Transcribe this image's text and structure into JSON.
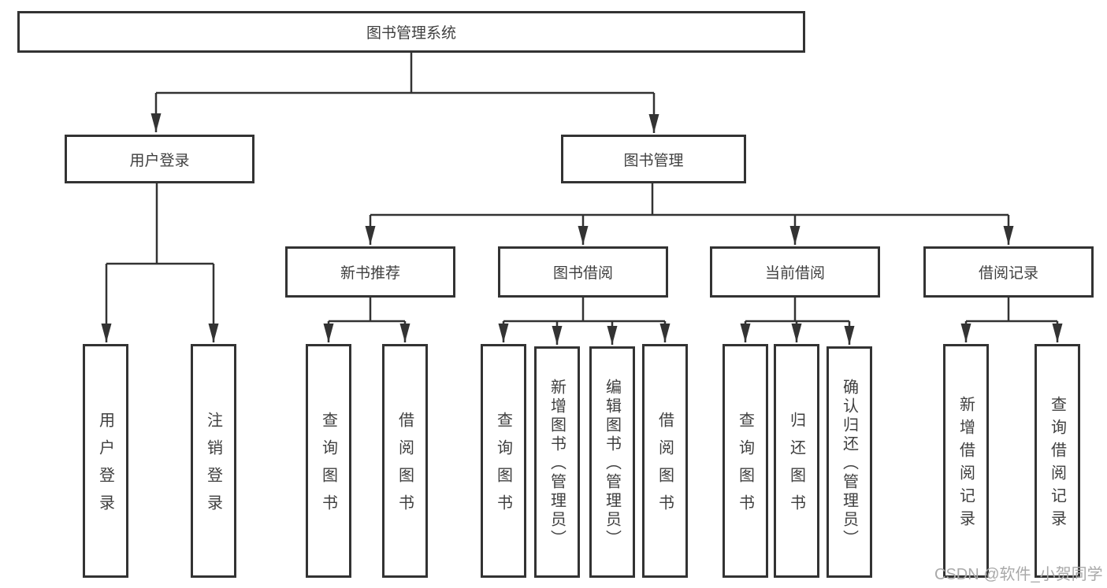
{
  "tree": {
    "root": "图书管理系统",
    "branches": [
      {
        "label": "用户登录",
        "children": [
          "用户登录",
          "注销登录"
        ]
      },
      {
        "label": "图书管理",
        "groups": [
          {
            "label": "新书推荐",
            "children": [
              "查询图书",
              "借阅图书"
            ]
          },
          {
            "label": "图书借阅",
            "children": [
              "查询图书",
              "新增图书（管理员）",
              "编辑图书（管理员）",
              "借阅图书"
            ]
          },
          {
            "label": "当前借阅",
            "children": [
              "查询图书",
              "归还图书",
              "确认归还（管理员）"
            ]
          },
          {
            "label": "借阅记录",
            "children": [
              "新增借阅记录",
              "查询借阅记录"
            ]
          }
        ]
      }
    ]
  },
  "watermark": {
    "text": "CSDN @软件_小贺同学"
  },
  "colors": {
    "line": "#333333",
    "box_border": "#333333",
    "text": "#3f3f3f",
    "watermark": "#a9a9a9",
    "background": "#ffffff"
  }
}
